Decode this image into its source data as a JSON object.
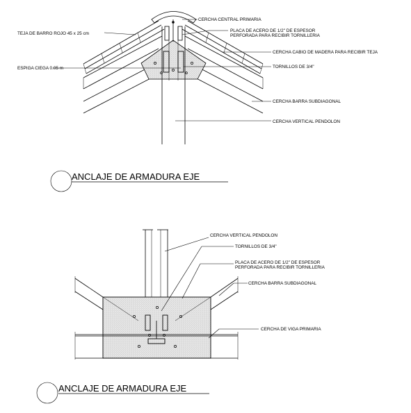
{
  "detail_top": {
    "labels": {
      "cercha_central": "CERCHA CENTRAL PRIMARIA",
      "teja": "TEJA DE BARRO ROJO 45 x 25 cm",
      "placa_line1": "PLACA DE ACERO DE 1/2\" DE ESPESOR",
      "placa_line2": "PERFORADA PARA RECIBIR TORNILLERIA",
      "cercha_cabio": "CERCHA CABIO  DE MADERA PARA RECIBIR TEJA",
      "espiga": "ESPIGA CIEGA 0.05 m",
      "tornillos": "TORNILLOS DE 3/4\"",
      "barra_subdiagonal": "CERCHA BARRA SUBDIAGONAL",
      "vertical_pendolon": "CERCHA VERTICAL PENDOLON"
    },
    "title": "ANCLAJE DE ARMADURA  EJE"
  },
  "detail_bottom": {
    "labels": {
      "vertical_pendolon": "CERCHA VERTICAL PENDOLON",
      "tornillos": "TORNILLOS DE 3/4\"",
      "placa_line1": "PLACA DE ACERO DE 1/2\" DE ESPESOR",
      "placa_line2": "PERFORADA PARA RECIBIR TORNILLERIA",
      "barra_subdiagonal": "CERCHA BARRA SUBDIAGONAL",
      "viga_primaria": "CERCHA DE VIGA PRIMARIA"
    },
    "title": "ANCLAJE DE ARMADURA  EJE"
  }
}
